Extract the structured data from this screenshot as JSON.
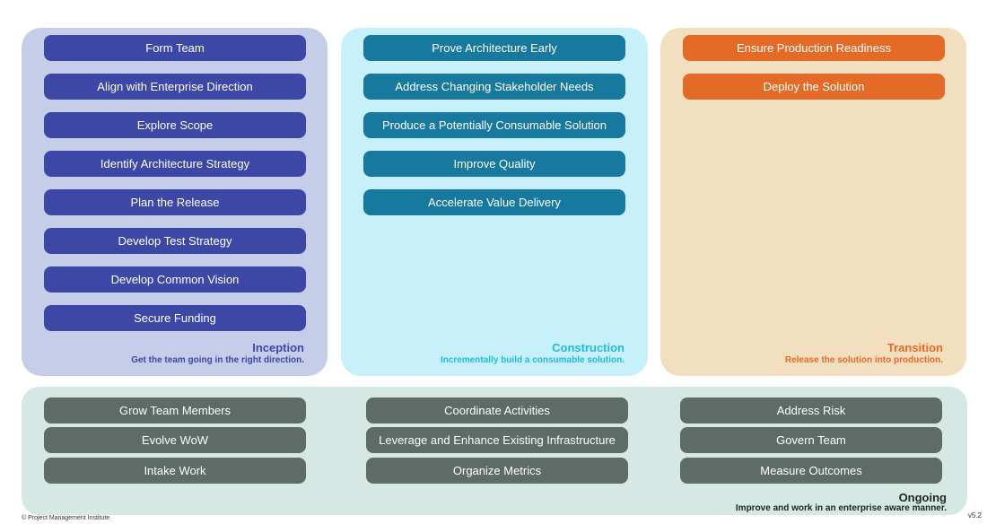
{
  "inception": {
    "goals": [
      "Form Team",
      "Align with Enterprise Direction",
      "Explore Scope",
      "Identify Architecture Strategy",
      "Plan the Release",
      "Develop Test Strategy",
      "Develop Common Vision",
      "Secure Funding"
    ],
    "title": "Inception",
    "subtitle": "Get the team going in the right direction."
  },
  "construction": {
    "goals": [
      "Prove Architecture Early",
      "Address Changing Stakeholder Needs",
      "Produce a Potentially Consumable Solution",
      "Improve Quality",
      "Accelerate Value Delivery"
    ],
    "title": "Construction",
    "subtitle": "Incrementally build a consumable solution."
  },
  "transition": {
    "goals": [
      "Ensure Production Readiness",
      "Deploy the Solution"
    ],
    "title": "Transition",
    "subtitle": "Release the solution into production."
  },
  "ongoing": {
    "columns": [
      [
        "Grow Team Members",
        "Evolve WoW",
        "Intake Work"
      ],
      [
        "Coordinate Activities",
        "Leverage and Enhance Existing Infrastructure",
        "Organize Metrics"
      ],
      [
        "Address Risk",
        "Govern Team",
        "Measure Outcomes"
      ]
    ],
    "title": "Ongoing",
    "subtitle": "Improve and work in an enterprise aware manner."
  },
  "footer": {
    "copyright": "© Project Management Institute",
    "version": "v5.2"
  },
  "colors": {
    "inception": "#3d47a6",
    "construction": "#17799d",
    "construction_text": "#22b9df",
    "transition": "#e46b27",
    "ongoing": "#5f6b66"
  }
}
